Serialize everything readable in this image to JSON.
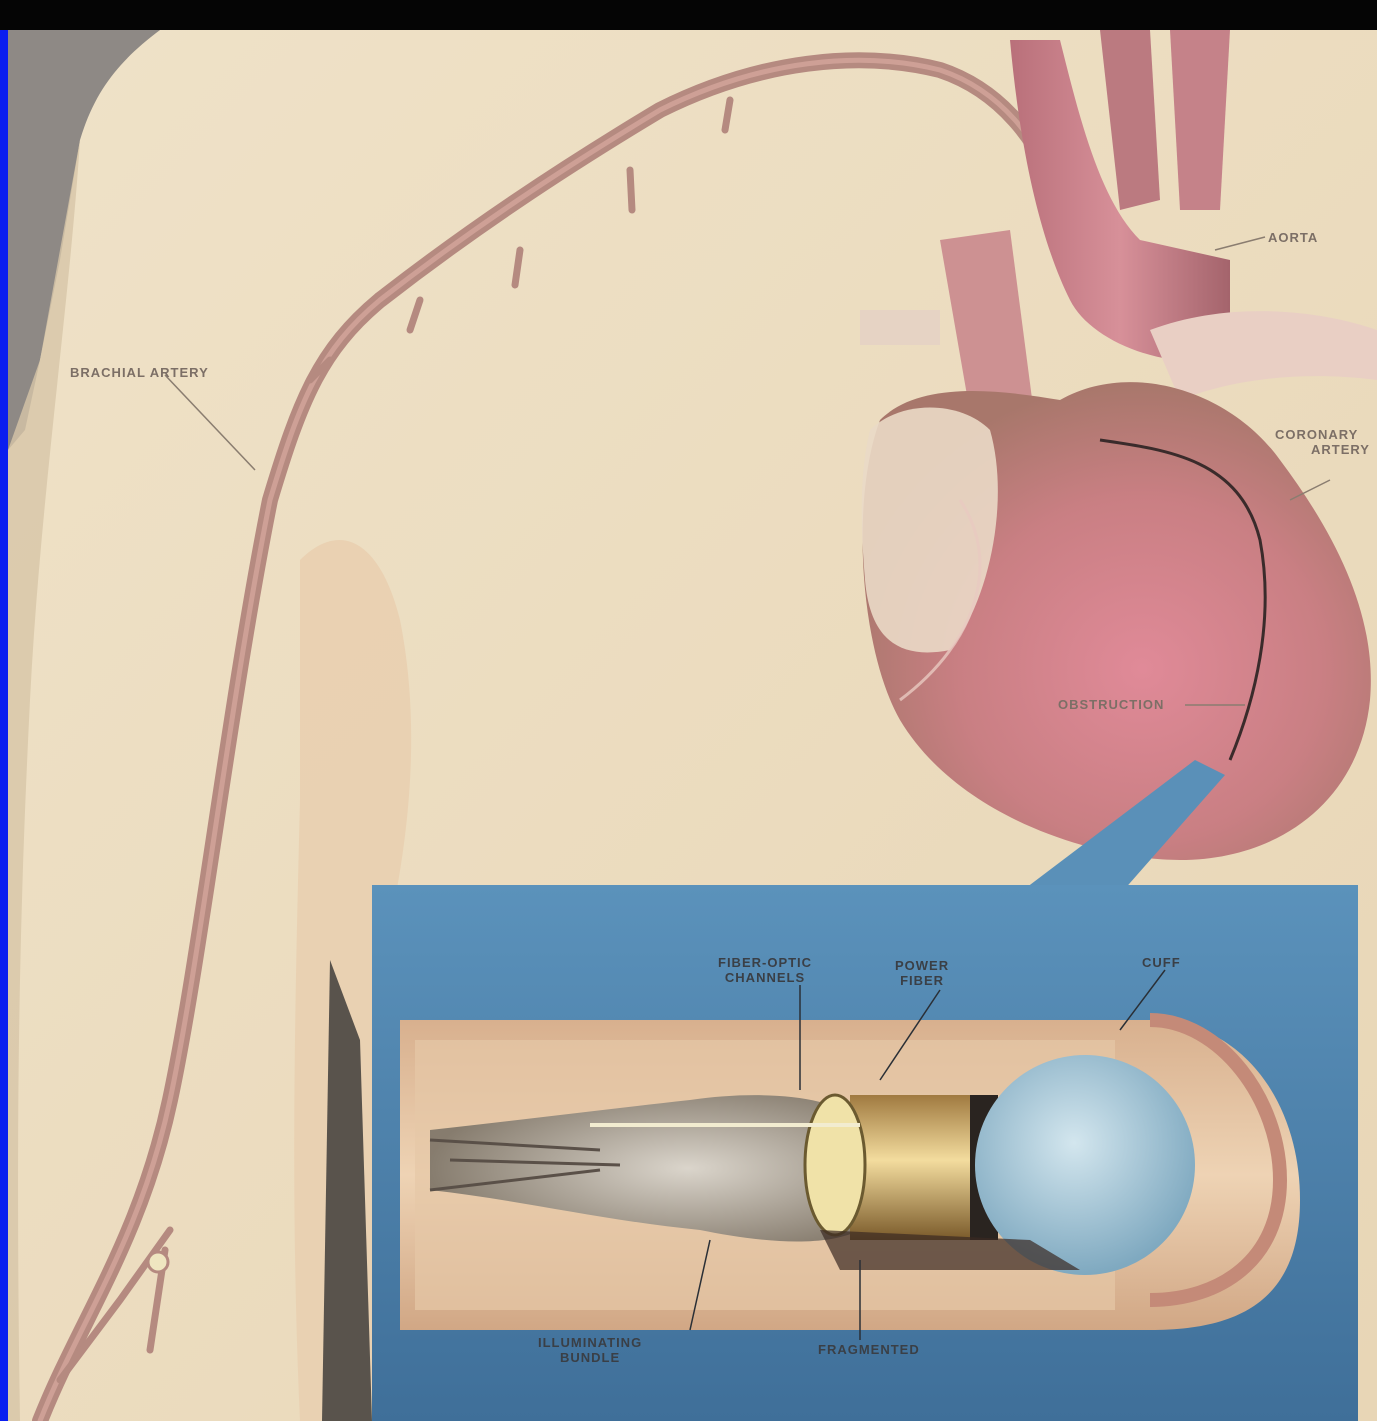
{
  "scene": {
    "subject": "anatomical-illustration",
    "colors": {
      "paper": "#efe2c6",
      "skin_shadow": "#d9c4a3",
      "artery": "#b98a80",
      "heart": "#c98d8b",
      "inset_blue": "#4f86b0",
      "balloon": "#a9cbd8",
      "left_bar": "#0a1ef0",
      "top_bar": "#050505"
    }
  },
  "labels": {
    "aorta": "AORTA",
    "brachial_artery": "BRACHIAL ARTERY",
    "coronary_artery_1": "CORONARY",
    "coronary_artery_2": "ARTERY",
    "obstruction": "OBSTRUCTION",
    "inset": {
      "fiber_1": "FIBER-OPTIC",
      "fiber_2": "CHANNELS",
      "power_1": "POWER",
      "power_2": "FIBER",
      "cuff": "CUFF",
      "illum_1": "ILLUMINATING",
      "illum_2": "BUNDLE",
      "fragmented": "FRAGMENTED"
    }
  }
}
